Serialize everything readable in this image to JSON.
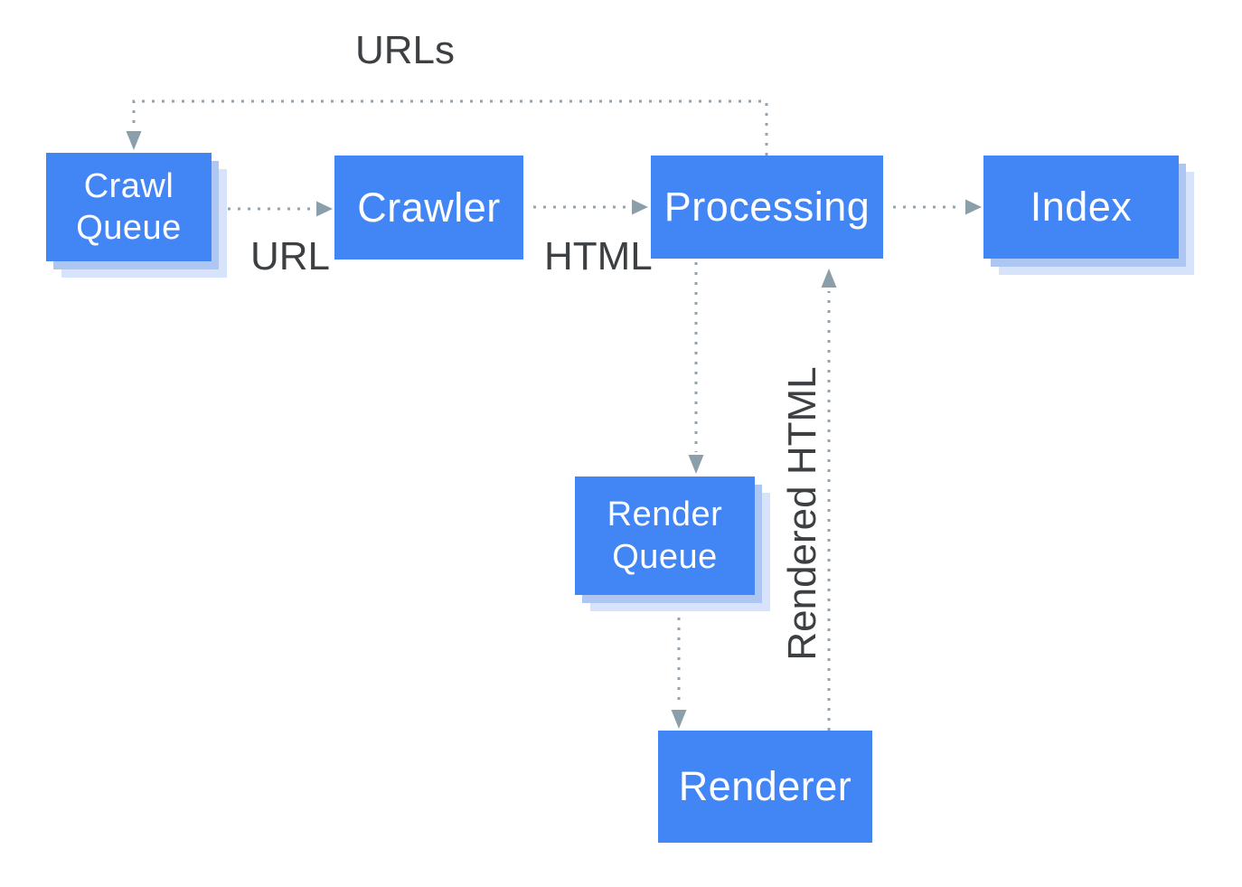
{
  "diagram": {
    "type": "flow-diagram",
    "nodes": {
      "crawl_queue": {
        "label": "Crawl\nQueue"
      },
      "crawler": {
        "label": "Crawler"
      },
      "processing": {
        "label": "Processing"
      },
      "index": {
        "label": "Index"
      },
      "render_queue": {
        "label": "Render\nQueue"
      },
      "renderer": {
        "label": "Renderer"
      }
    },
    "edge_labels": {
      "urls": "URLs",
      "url": "URL",
      "html": "HTML",
      "rendered_html": "Rendered HTML"
    },
    "edges": [
      {
        "from": "processing",
        "to": "crawl_queue",
        "label": "URLs",
        "style": "dotted"
      },
      {
        "from": "crawl_queue",
        "to": "crawler",
        "label": "URL",
        "style": "dotted"
      },
      {
        "from": "crawler",
        "to": "processing",
        "label": "HTML",
        "style": "dotted"
      },
      {
        "from": "processing",
        "to": "index",
        "label": "",
        "style": "dotted"
      },
      {
        "from": "processing",
        "to": "render_queue",
        "label": "",
        "style": "dotted"
      },
      {
        "from": "render_queue",
        "to": "renderer",
        "label": "",
        "style": "dotted"
      },
      {
        "from": "renderer",
        "to": "processing",
        "label": "Rendered HTML",
        "style": "dotted"
      }
    ],
    "colors": {
      "node_fill": "#4285f4",
      "node_text": "#ffffff",
      "shadow_inner": "#aec6f2",
      "shadow_outer": "#d7e3fb",
      "connector": "#91a3af",
      "arrowhead": "#8b9fab",
      "label_text": "#3c4043",
      "background": "#ffffff"
    }
  }
}
